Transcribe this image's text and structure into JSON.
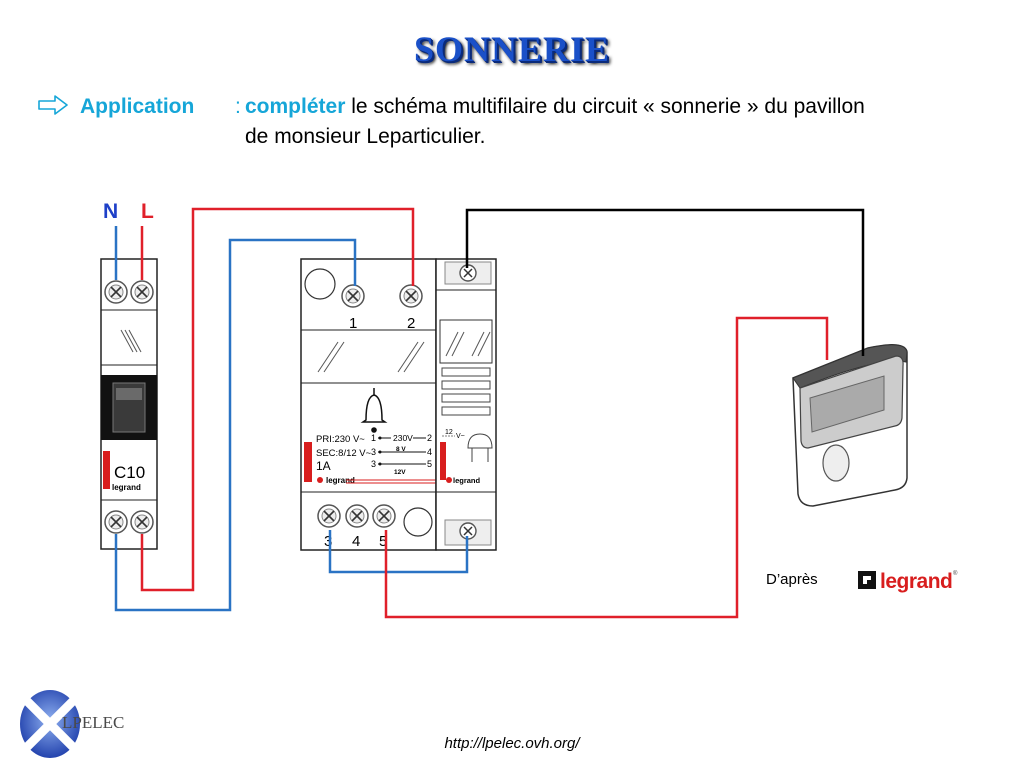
{
  "title": "SONNERIE",
  "instruction": {
    "label": "Application",
    "colon": ":",
    "verb": "compléter",
    "text_line1": "le schéma multifilaire du circuit « sonnerie » du pavillon",
    "text_line2": "de monsieur Leparticulier."
  },
  "diagram": {
    "supply": {
      "neutral": "N",
      "phase": "L"
    },
    "breaker": {
      "rating": "C10",
      "brand": "legrand"
    },
    "transformer": {
      "terminals_top": [
        "1",
        "2"
      ],
      "terminals_bottom": [
        "3",
        "4",
        "5"
      ],
      "pri": "PRI:230 V~",
      "sec": "SEC:8/12 V~",
      "current": "1A",
      "map_labels": [
        "1",
        "2",
        "3",
        "4",
        "3",
        "5"
      ],
      "volt_230": "230V",
      "volt_8": "8 V",
      "volt_12": "12V",
      "brand": "legrand"
    },
    "push_button": {
      "voltage": "12",
      "unit": "V~",
      "brand": "legrand"
    },
    "wire_colors": {
      "neutral": "#2a73c4",
      "phase": "#e0202a",
      "signal": "#000000"
    }
  },
  "credit": "D’après",
  "logo_brand": "legrand",
  "footer_logo": "LPELEC",
  "source_url": "http://lpelec.ovh.org/"
}
